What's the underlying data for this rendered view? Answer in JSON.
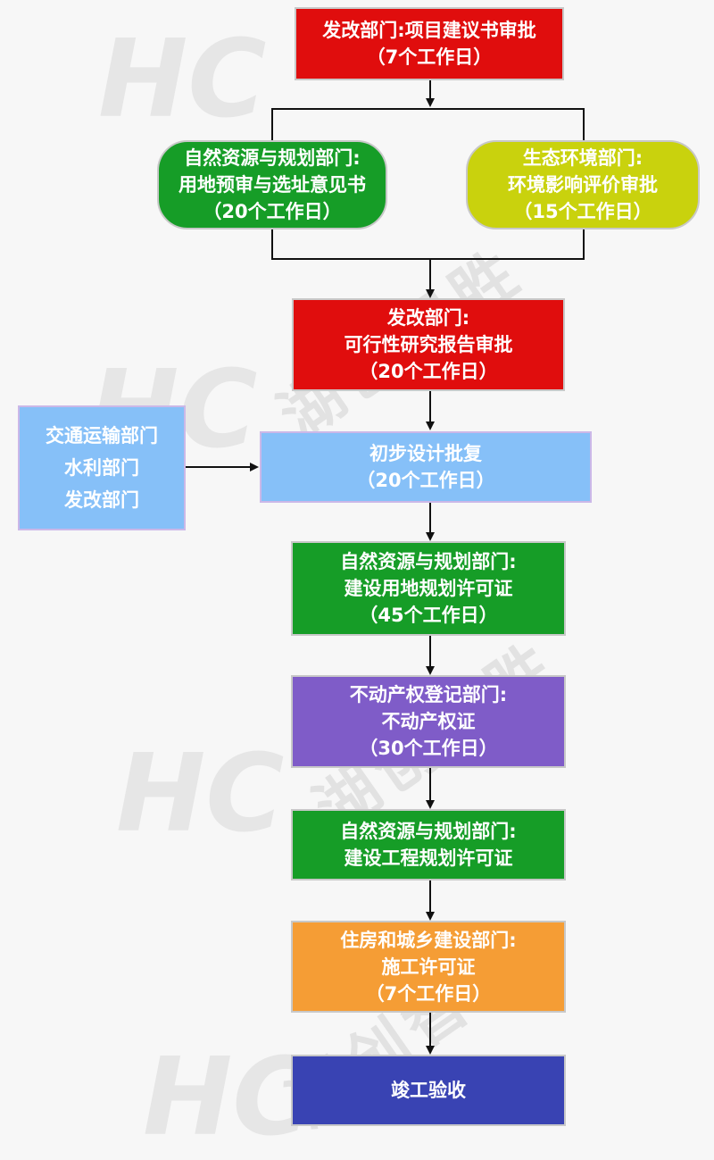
{
  "watermark": {
    "text": "湖创智胜",
    "logo": "HC"
  },
  "nodes": {
    "step1": {
      "lines": [
        "发改部门:项目建议书审批",
        "（7个工作日）"
      ],
      "color": "#e00d0d"
    },
    "step2a": {
      "lines": [
        "自然资源与规划部门:",
        "用地预审与选址意见书",
        "（20个工作日）"
      ],
      "color": "#169d27"
    },
    "step2b": {
      "lines": [
        "生态环境部门:",
        "环境影响评价审批",
        "（15个工作日）"
      ],
      "color": "#c9d20d"
    },
    "step3": {
      "lines": [
        "发改部门:",
        "可行性研究报告审批",
        "（20个工作日）"
      ],
      "color": "#e00d0d"
    },
    "side": {
      "lines": [
        "交通运输部门",
        "水利部门",
        "发改部门"
      ],
      "color": "#86c0f8"
    },
    "step4": {
      "lines": [
        "初步设计批复",
        "（20个工作日）"
      ],
      "color": "#86c0f8"
    },
    "step5": {
      "lines": [
        "自然资源与规划部门:",
        "建设用地规划许可证",
        "（45个工作日）"
      ],
      "color": "#169d27"
    },
    "step6": {
      "lines": [
        "不动产权登记部门:",
        "不动产权证",
        "（30个工作日）"
      ],
      "color": "#7f5cc8"
    },
    "step7": {
      "lines": [
        "自然资源与规划部门:",
        "建设工程规划许可证"
      ],
      "color": "#169d27"
    },
    "step8": {
      "lines": [
        "住房和城乡建设部门:",
        "施工许可证",
        "（7个工作日）"
      ],
      "color": "#f59d35"
    },
    "step9": {
      "lines": [
        "竣工验收"
      ],
      "color": "#3943b3"
    }
  }
}
